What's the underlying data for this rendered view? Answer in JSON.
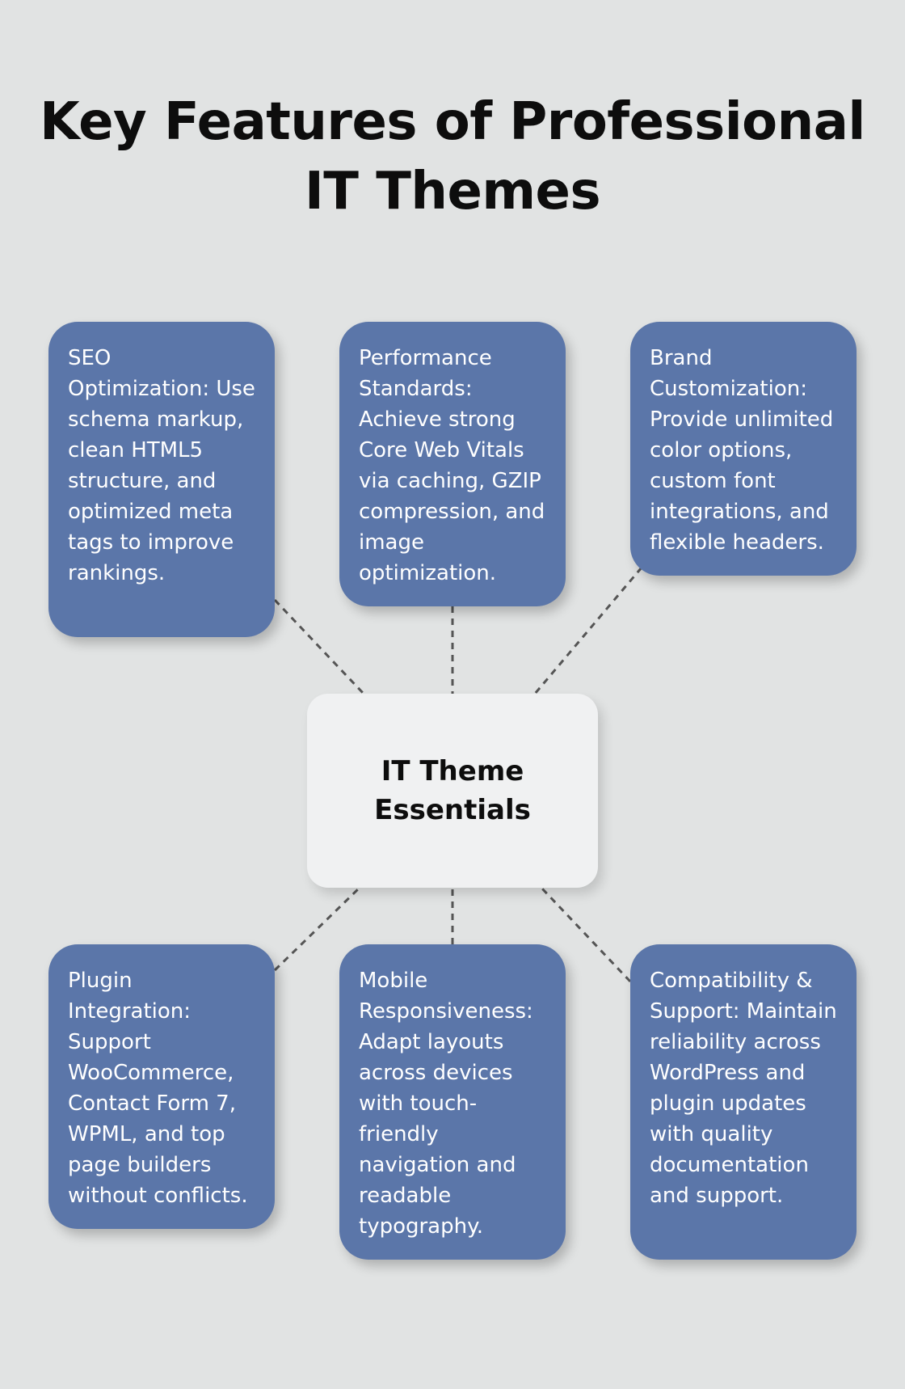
{
  "title": "Key Features of Professional IT Themes",
  "center": {
    "label": "IT Theme Essentials"
  },
  "features": [
    {
      "name": "seo",
      "text": "SEO Optimization: Use schema markup, clean HTML5 structure, and optimized meta tags to improve rankings."
    },
    {
      "name": "performance",
      "text": "Performance Standards: Achieve strong Core Web Vitals via caching, GZIP compression, and image optimization."
    },
    {
      "name": "brand",
      "text": "Brand Customization: Provide unlimited color options, custom font integrations, and flexible headers."
    },
    {
      "name": "plugin",
      "text": "Plugin Integration: Support WooCommerce, Contact Form 7, WPML, and top page builders without conflicts."
    },
    {
      "name": "mobile",
      "text": "Mobile Responsiveness: Adapt layouts across devices with touch-friendly navigation and readable typography."
    },
    {
      "name": "compatibility",
      "text": "Compatibility & Support: Maintain reliability across WordPress and plugin updates with quality documentation and support."
    }
  ],
  "colors": {
    "background": "#e1e3e3",
    "feature_box": "#5b76a9",
    "center_box": "#f0f1f2",
    "connector": "#555555"
  }
}
